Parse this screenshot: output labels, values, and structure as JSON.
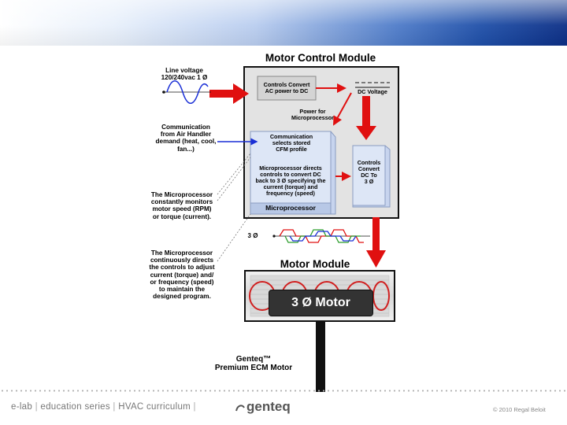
{
  "header": {
    "colors": {
      "light": "#ffffff",
      "mid": "#4f7cc9",
      "dark": "#0c2f86"
    }
  },
  "diagram": {
    "title": "Motor Control Module",
    "line_voltage": "Line voltage\n120/240vac 1 Ø",
    "controls_convert_ac": "Controls Convert\nAC power to DC",
    "dc_voltage": "DC Voltage",
    "power_for_micro": "Power for\nMicroprocessor",
    "communication_label": "Communication\nfrom Air Handler\ndemand (heat, cool,\nfan...)",
    "communication_box": "Communication\nselects stored\nCFM profile",
    "micro_directs": "Microprocessor directs\ncontrols to convert DC\nback to 3 Ø specifying the\ncurrent (torque) and\nfrequency (speed)",
    "microprocessor": "Microprocessor",
    "controls_convert_dc": "Controls\nConvert\nDC To\n3 Ø",
    "monitors": "The Microprocessor\nconstantly monitors\nmotor speed (RPM)\nor torque (current).",
    "three_phase": "3 Ø",
    "directs_controls": "The Microprocessor\ncontinuously directs\nthe controls to adjust\ncurrent (torque) and/\nor frequency (speed)\nto maintain the\ndesigned program.",
    "motor_module": "Motor Module",
    "motor": "3 Ø Motor",
    "genteq": "Genteq™\nPremium ECM Motor",
    "colors": {
      "arrow_red": "#e01010",
      "arrow_blue": "#1a2fd6",
      "wave_green": "#2a9d2a"
    }
  },
  "footer": {
    "elab": "e-lab",
    "series": "education series",
    "curriculum": "HVAC curriculum",
    "brand": "genteq",
    "copyright": "© 2010 Regal Beloit"
  }
}
